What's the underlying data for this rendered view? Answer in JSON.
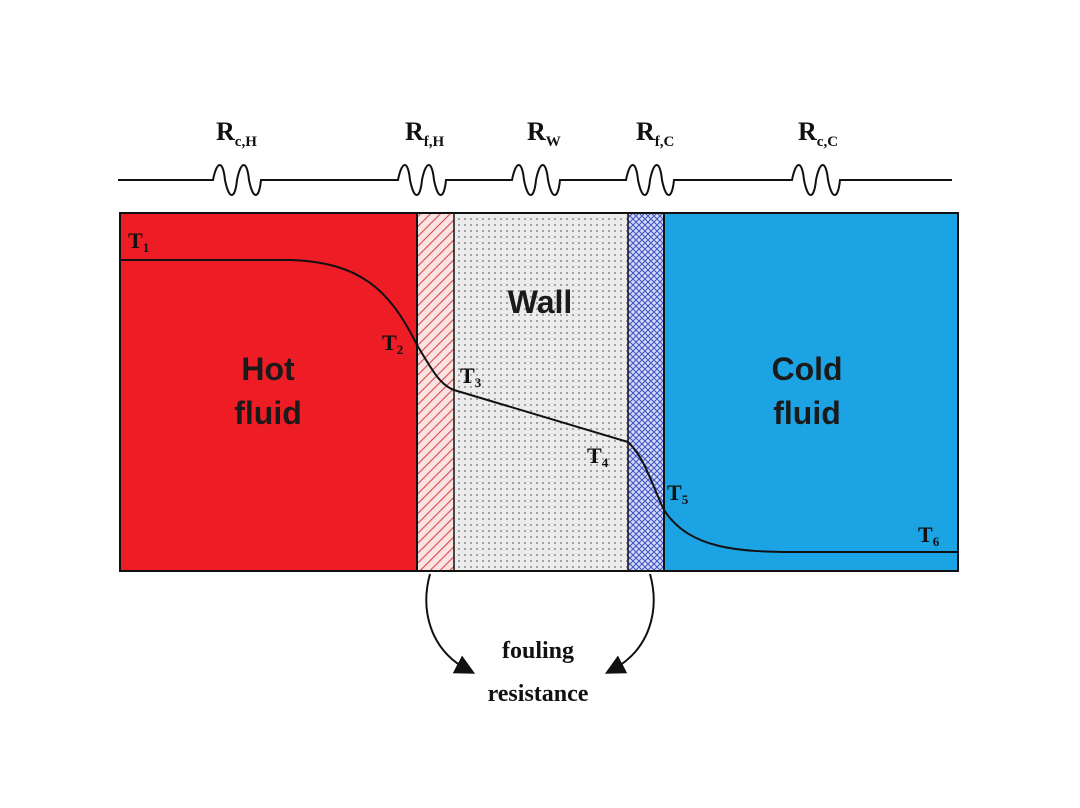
{
  "resistors": [
    {
      "main": "R",
      "sub": "c,H"
    },
    {
      "main": "R",
      "sub": "f,H"
    },
    {
      "main": "R",
      "sub": "W"
    },
    {
      "main": "R",
      "sub": "f,C"
    },
    {
      "main": "R",
      "sub": "c,C"
    }
  ],
  "regions": {
    "hot": {
      "line1": "Hot",
      "line2": "fluid",
      "color": "#ee1c24"
    },
    "wall": {
      "label": "Wall",
      "color": "#e6e6e6"
    },
    "cold": {
      "line1": "Cold",
      "line2": "fluid",
      "color": "#1ca3e3"
    },
    "fouling_hot_color": "#e05050",
    "fouling_cold_color": "#4b5fc4"
  },
  "temperatures": [
    {
      "main": "T",
      "sub": "1"
    },
    {
      "main": "T",
      "sub": "2"
    },
    {
      "main": "T",
      "sub": "3"
    },
    {
      "main": "T",
      "sub": "4"
    },
    {
      "main": "T",
      "sub": "5"
    },
    {
      "main": "T",
      "sub": "6"
    }
  ],
  "fouling": {
    "line1": "fouling",
    "line2": "resistance"
  }
}
